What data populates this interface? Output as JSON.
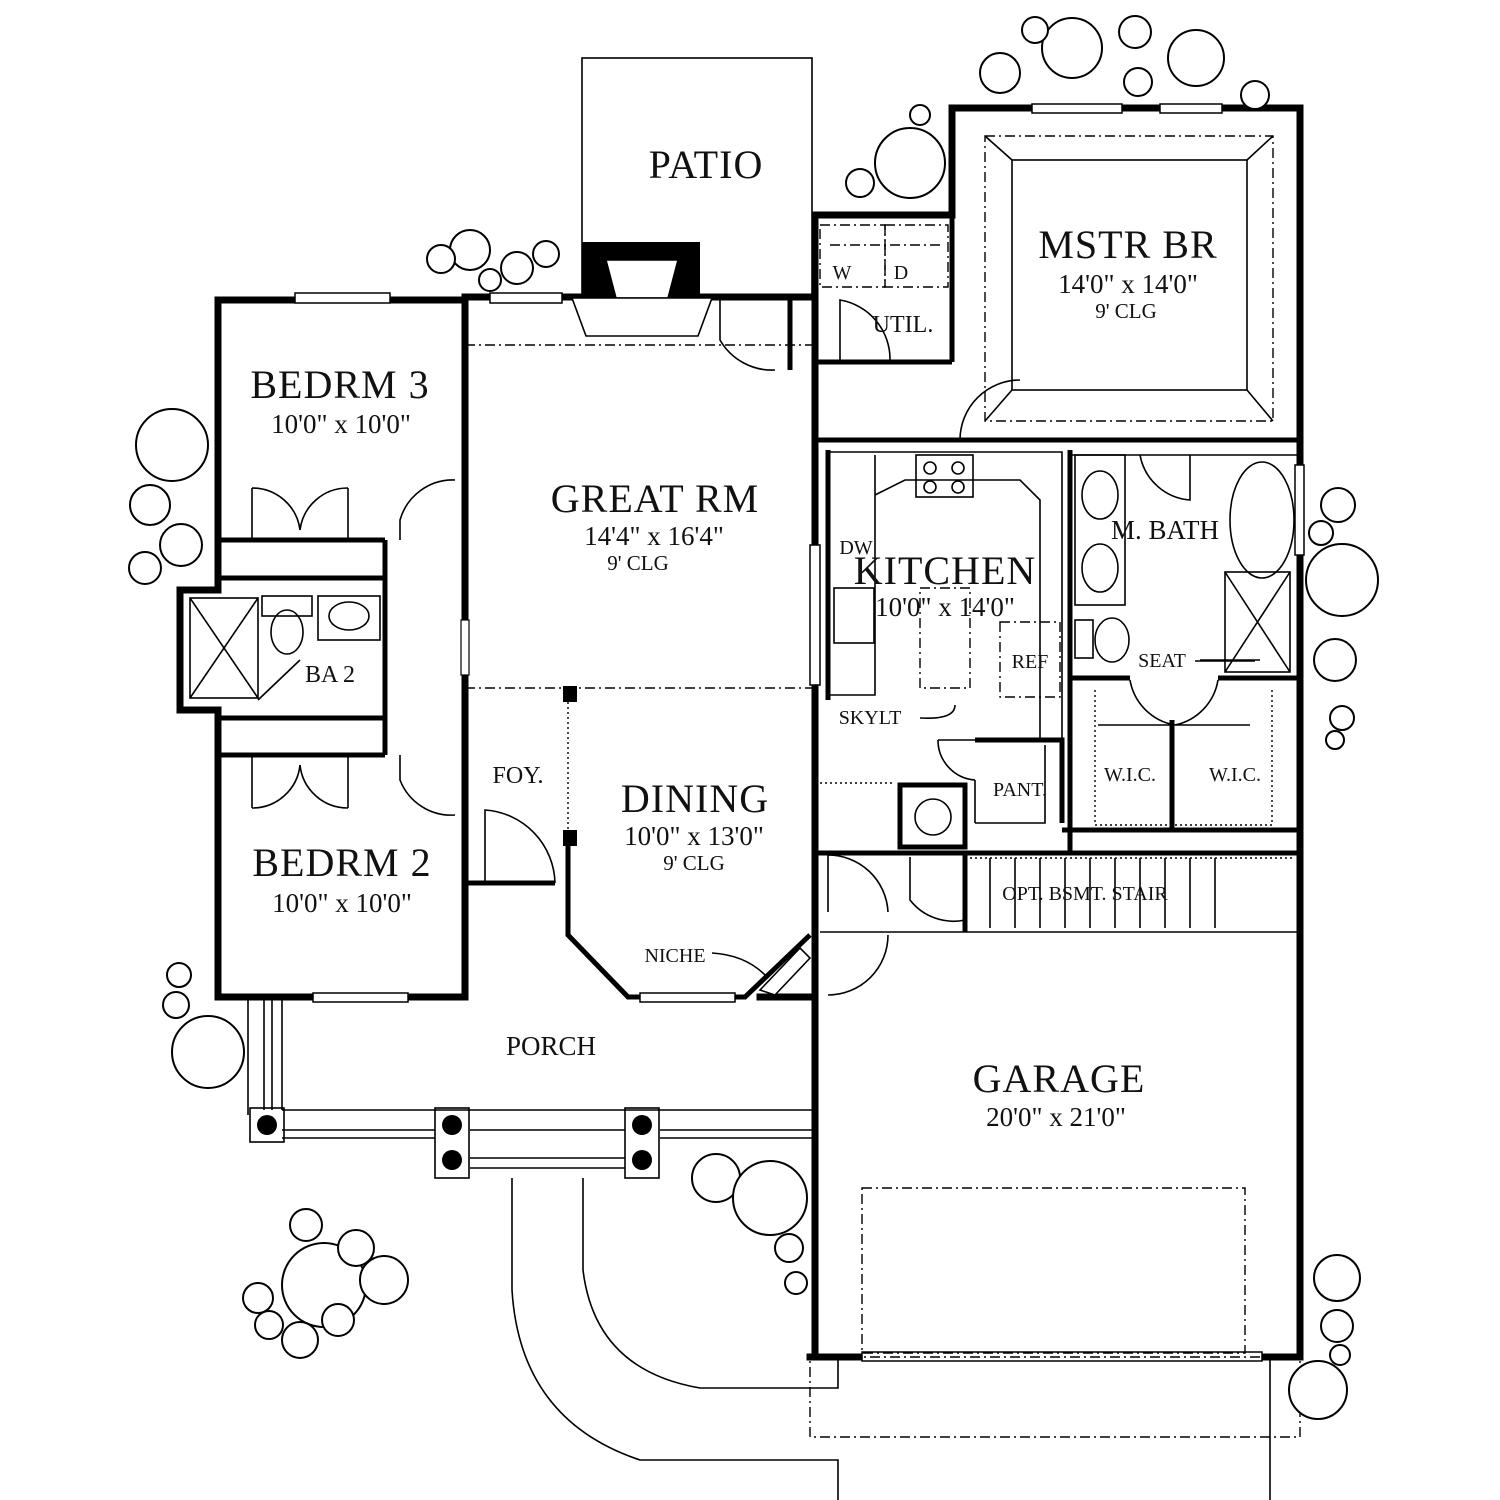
{
  "rooms": {
    "patio": "PATIO",
    "mstr_br": {
      "name": "MSTR BR",
      "size": "14'0\" x 14'0\"",
      "clg": "9' CLG"
    },
    "util": {
      "name": "UTIL.",
      "w": "W",
      "d": "D"
    },
    "bedrm3": {
      "name": "BEDRM 3",
      "size": "10'0\" x 10'0\""
    },
    "great_rm": {
      "name": "GREAT RM",
      "size": "14'4\" x 16'4\"",
      "clg": "9' CLG"
    },
    "kitchen": {
      "name": "KITCHEN",
      "size": "10'0\" x 14'0\"",
      "dw": "DW",
      "ref": "REF",
      "skylt": "SKYLT",
      "pant": "PANT."
    },
    "m_bath": {
      "name": "M. BATH",
      "seat": "SEAT",
      "wic1": "W.I.C.",
      "wic2": "W.I.C."
    },
    "ba2": "BA 2",
    "foy": "FOY.",
    "dining": {
      "name": "DINING",
      "size": "10'0\" x 13'0\"",
      "clg": "9' CLG",
      "niche": "NICHE"
    },
    "bedrm2": {
      "name": "BEDRM 2",
      "size": "10'0\" x 10'0\""
    },
    "porch": "PORCH",
    "garage": {
      "name": "GARAGE",
      "size": "20'0\" x 21'0\""
    },
    "stair": "OPT. BSMT. STAIR"
  }
}
